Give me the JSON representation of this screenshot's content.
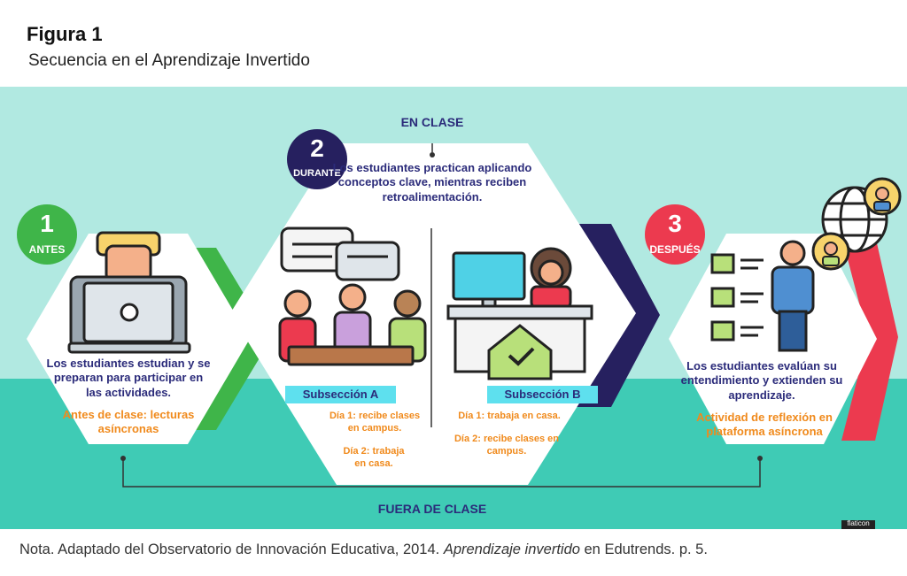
{
  "figure": {
    "label": "Figura 1",
    "title": "Secuencia en el Aprendizaje Invertido"
  },
  "zones": {
    "en_clase": "EN CLASE",
    "fuera_de_clase": "FUERA DE CLASE"
  },
  "stages": [
    {
      "number": "1",
      "name": "ANTES",
      "color": "#3fb549",
      "description": "Los estudiantes estudian y se preparan para participar en las actividades.",
      "activity": "Antes de clase: lecturas asíncronas"
    },
    {
      "number": "2",
      "name": "DURANTE",
      "color": "#26205f",
      "description": "Los estudiantes practican aplicando conceptos clave, mientras reciben retroalimentación.",
      "subsections": [
        {
          "title": "Subsección A",
          "items": [
            "Día 1:  recibe clases en campus.",
            "Día 2: trabaja en casa."
          ]
        },
        {
          "title": "Subsección B",
          "items": [
            "Día 1: trabaja en casa.",
            "Día 2: recibe clases en campus."
          ]
        }
      ]
    },
    {
      "number": "3",
      "name": "DESPUÉS",
      "color": "#ec3a4f",
      "description": "Los estudiantes evalúan su entendimiento y extienden su aprendizaje.",
      "activity": "Actividad de reflexión en plataforma asíncrona"
    }
  ],
  "credit": "flaticon",
  "note": {
    "prefix": "Nota. Adaptado  del Observatorio de Innovación Educativa, 2014. ",
    "italic": "Aprendizaje invertido",
    "suffix": " en Edutrends. p. 5."
  },
  "colors": {
    "top_band": "#b1e9e1",
    "bottom_band": "#3fcbb5",
    "navy": "#2b2b7a",
    "orange": "#f08a1c",
    "subsection_bg": "#5ee0ee"
  },
  "icons": [
    "student-laptop-icon",
    "group-discussion-icon",
    "home-study-icon",
    "checklist-icon",
    "globe-network-icon"
  ]
}
